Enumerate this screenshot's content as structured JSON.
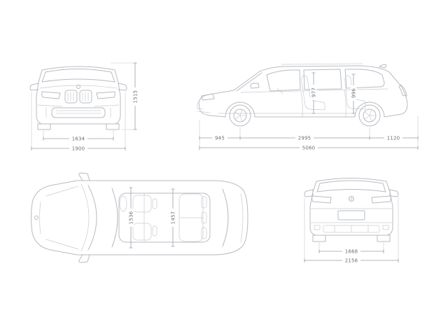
{
  "diagram": {
    "title": "vehicle-dimensions",
    "colors": {
      "background": "#ffffff",
      "car_line": "#b7bbc1",
      "dimension_line": "#9aa0a7",
      "label_text": "#696f76"
    },
    "front_view": {
      "track": "1634",
      "width": "1900",
      "height": "1515"
    },
    "side_view": {
      "front_overhang": "945",
      "wheelbase": "2995",
      "rear_overhang": "1120",
      "length": "5060",
      "interior_front": "977",
      "interior_rear": "996"
    },
    "top_view": {
      "interior_width_front": "1536",
      "interior_width_rear": "1457"
    },
    "rear_view": {
      "track": "1668",
      "width_incl_mirrors": "2156"
    }
  }
}
